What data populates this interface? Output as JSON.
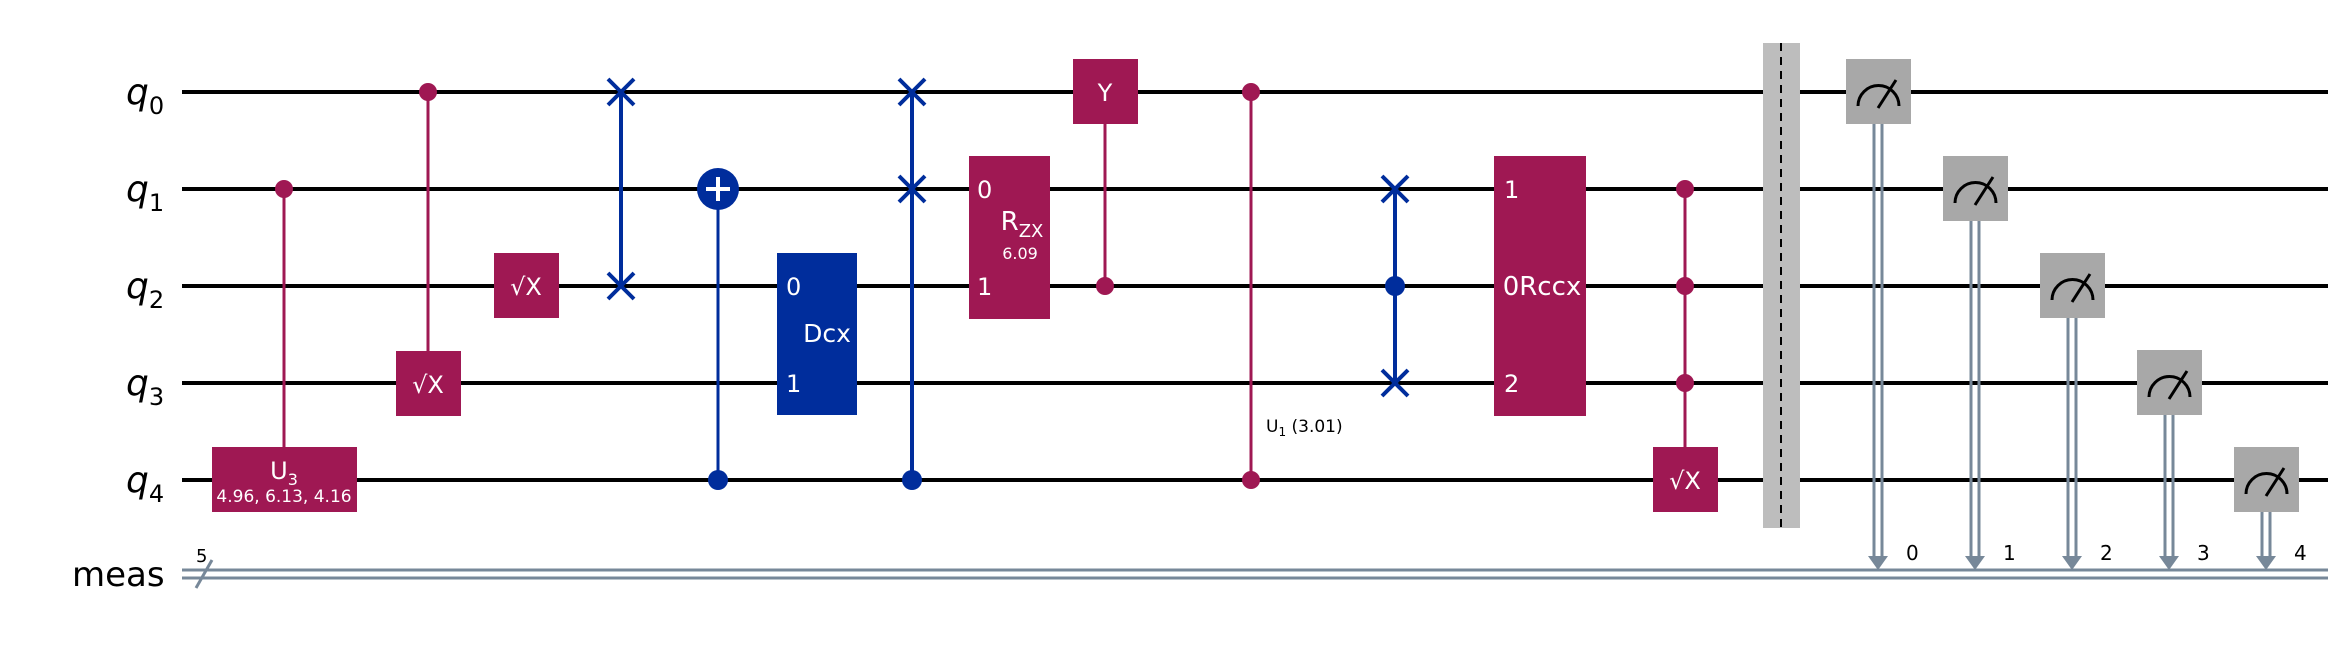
{
  "qubit_labels": [
    {
      "base": "q",
      "sub": "0"
    },
    {
      "base": "q",
      "sub": "1"
    },
    {
      "base": "q",
      "sub": "2"
    },
    {
      "base": "q",
      "sub": "3"
    },
    {
      "base": "q",
      "sub": "4"
    }
  ],
  "classical_register": {
    "label": "meas",
    "width": "5"
  },
  "gates": {
    "u3": {
      "name": "U",
      "sub": "3",
      "params": "4.96, 6.13, 4.16"
    },
    "sx_a": {
      "label": "√X"
    },
    "sx_b": {
      "label": "√X"
    },
    "sx_c": {
      "label": "√X"
    },
    "dcx": {
      "label": "Dcx",
      "port0": "0",
      "port1": "1"
    },
    "rzx": {
      "name": "R",
      "sub": "ZX",
      "param": "6.09",
      "port0": "0",
      "port1": "1"
    },
    "y": {
      "label": "Y"
    },
    "cu1": {
      "name": "U",
      "sub": "1",
      "param": "(3.01)"
    },
    "rccx": {
      "label": "0Rccx",
      "port_top": "1",
      "port_bottom": "2"
    }
  },
  "measure_bits": [
    "0",
    "1",
    "2",
    "3",
    "4"
  ],
  "colors": {
    "controlled": "#9f1853",
    "clifford": "#002d9c",
    "measure": "#a8a8a8",
    "classical": "#778899",
    "barrier": "#bdbdbd"
  }
}
